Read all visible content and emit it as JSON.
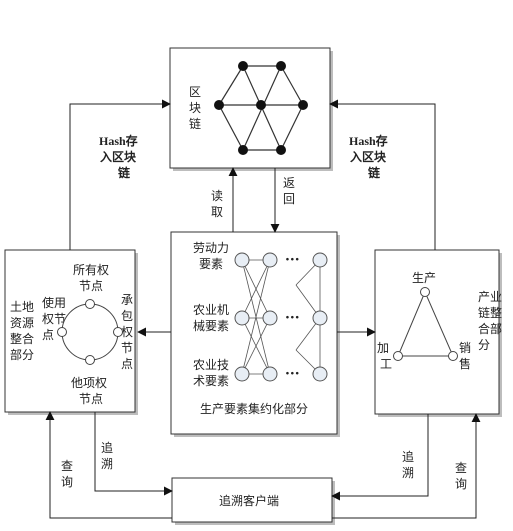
{
  "blockchain": {
    "label_chars": [
      "区",
      "块",
      "链"
    ]
  },
  "left_upload": {
    "lines": [
      "Hash存",
      "入区块",
      "链"
    ]
  },
  "right_upload": {
    "lines": [
      "Hash存",
      "入区块",
      "链"
    ]
  },
  "read": {
    "chars": [
      "读",
      "取"
    ]
  },
  "return": {
    "chars": [
      "返",
      "回"
    ]
  },
  "center": {
    "rows": [
      {
        "lines": [
          "劳动力",
          "要素"
        ]
      },
      {
        "lines": [
          "农业机",
          "械要素"
        ]
      },
      {
        "lines": [
          "农业技",
          "术要素"
        ]
      }
    ],
    "ellipsis": "···",
    "caption": "生产要素集约化部分"
  },
  "land": {
    "side_chars": [
      "土地",
      "资源",
      "整合",
      "部分"
    ],
    "top_node": "所有权",
    "top_node_2": "节点",
    "left_node_chars": [
      "使用",
      "权节",
      "点"
    ],
    "right_node_chars": [
      "承",
      "包",
      "权",
      "节",
      "点"
    ],
    "bottom_node": "他项权",
    "bottom_node_2": "节点"
  },
  "chain": {
    "side_chars": [
      "产业",
      "链整",
      "合部",
      "分"
    ],
    "top": "生产",
    "left_chars": [
      "加",
      "工"
    ],
    "right_chars": [
      "销",
      "售"
    ]
  },
  "client": {
    "label": "追溯客户端"
  },
  "query_left": {
    "chars": [
      "查",
      "询"
    ]
  },
  "trace_left": {
    "chars": [
      "追",
      "溯"
    ]
  },
  "query_right": {
    "chars": [
      "查",
      "询"
    ]
  },
  "trace_right": {
    "chars": [
      "追",
      "溯"
    ]
  }
}
